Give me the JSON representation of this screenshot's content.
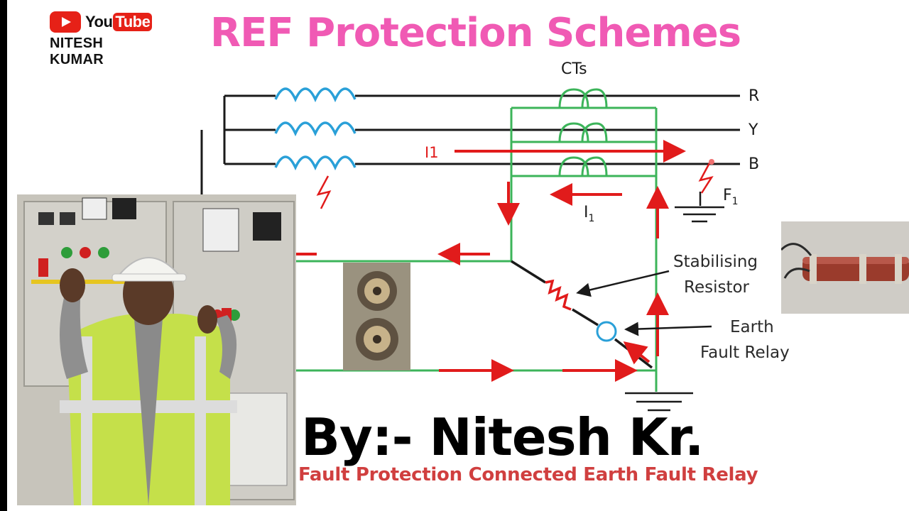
{
  "logo": {
    "brand_left": "You",
    "brand_right": "Tube",
    "channel": "NITESH KUMAR"
  },
  "title": "REF Protection Schemes",
  "diagram": {
    "ct_label": "CTs",
    "phases": [
      "R",
      "Y",
      "B"
    ],
    "current_label": "I1",
    "return_current_label": "I",
    "return_current_sub": "1",
    "fault_label": "F",
    "fault_sub": "1",
    "resistor_label_1": "Stabilising",
    "resistor_label_2": "Resistor",
    "relay_label_1": "Earth",
    "relay_label_2": "Fault Relay",
    "colors": {
      "wire": "#1a1a1a",
      "ct_wire": "#3cb45a",
      "coil": "#2aa0d8",
      "arrow": "#e11b1b",
      "title": "#f05ab4"
    }
  },
  "byline": "By:- Nitesh Kr.",
  "caption": "Fault Protection Connected Earth Fault Relay"
}
